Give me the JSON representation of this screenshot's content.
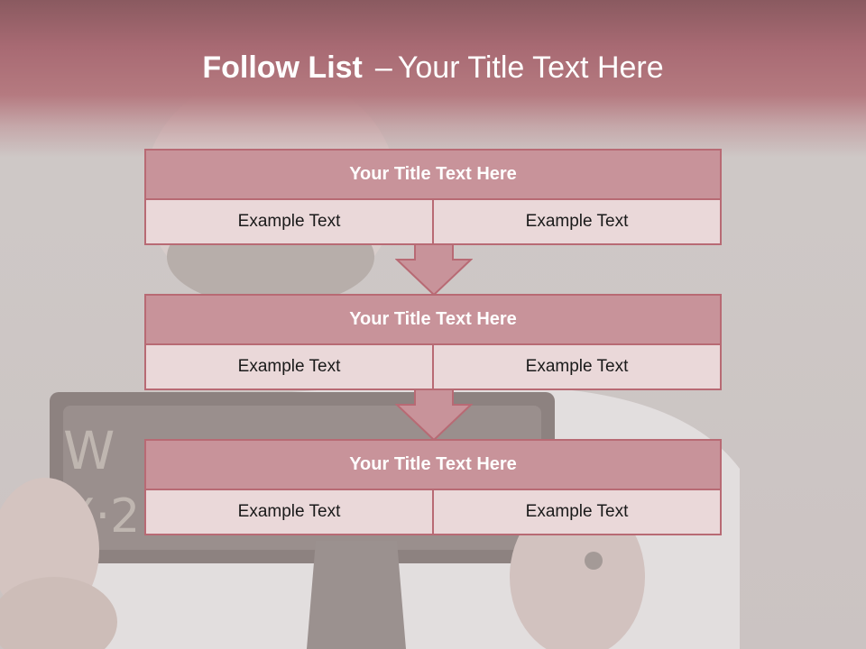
{
  "header": {
    "title_bold": "Follow List",
    "title_dash": "–",
    "title_rest": "Your Title Text Here"
  },
  "blocks": [
    {
      "title": "Your Title Text Here",
      "left": "Example Text",
      "right": "Example Text"
    },
    {
      "title": "Your Title Text Here",
      "left": "Example Text",
      "right": "Example Text"
    },
    {
      "title": "Your Title Text Here",
      "left": "Example Text",
      "right": "Example Text"
    }
  ],
  "colors": {
    "header_band": "#a86a73",
    "block_header": "#c8939a",
    "block_border": "#b86a74",
    "cell_fill": "#ead8d9",
    "arrow_fill": "#c8939a"
  },
  "icons": [
    "down-arrow-icon",
    "down-arrow-icon"
  ]
}
